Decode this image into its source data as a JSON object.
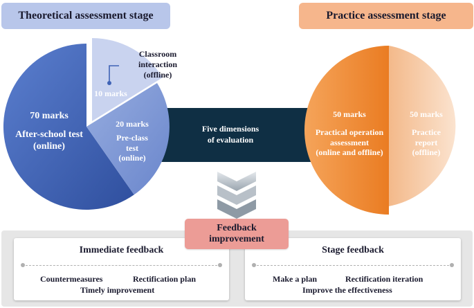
{
  "stages": {
    "theoretical": "Theoretical assessment stage",
    "practice": "Practice assessment stage"
  },
  "theoretical": {
    "after_school": {
      "marks": "70 marks",
      "line1": "After-school test",
      "line2": "(online)"
    },
    "classroom": {
      "marks": "10 marks",
      "line1": "Classroom",
      "line2": "interaction",
      "line3": "(offline)"
    },
    "pre_class": {
      "marks": "20 marks",
      "line1": "Pre-class",
      "line2": "test",
      "line3": "(online)"
    }
  },
  "center": {
    "line1": "Five dimensions",
    "line2": "of evaluation"
  },
  "practice": {
    "operation": {
      "marks": "50 marks",
      "line1": "Practical operation",
      "line2": "assessment",
      "line3": "(online and offline)"
    },
    "report": {
      "marks": "50 marks",
      "line1": "Practice",
      "line2": "report",
      "line3": "(offline)"
    }
  },
  "feedback": {
    "line1": "Feedback",
    "line2": "improvement"
  },
  "immediate": {
    "title": "Immediate feedback",
    "item1": "Countermeasures",
    "item2": "Rectification plan",
    "item3": "Timely improvement"
  },
  "stage_feedback": {
    "title": "Stage feedback",
    "item1": "Make a plan",
    "item2": "Rectification iteration",
    "item3": "Improve the effectiveness"
  },
  "colors": {
    "blue_dark": "#3f63b5",
    "blue_light": "#c9d3ef",
    "blue_mid": "#7d97d6",
    "navy": "#0f2f44",
    "orange": "#ee8a36",
    "peach": "#f6c9a4",
    "feedback": "#ec9c96"
  }
}
